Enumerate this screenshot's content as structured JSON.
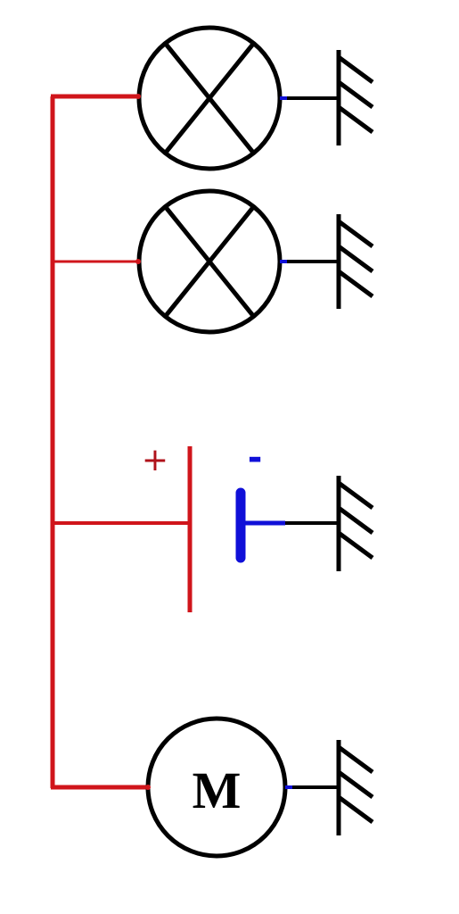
{
  "diagram": {
    "type": "circuit-schematic",
    "colors": {
      "positive_wire": "#d0151b",
      "negative_wire": "#1010d8",
      "component": "#000000",
      "background": "#ffffff"
    },
    "components": [
      {
        "kind": "lamp",
        "symbol": "circle-with-x",
        "icon": "lamp-icon"
      },
      {
        "kind": "lamp",
        "symbol": "circle-with-x",
        "icon": "lamp-icon"
      },
      {
        "kind": "battery",
        "positive_label": "+",
        "negative_label": "-",
        "icon": "battery-icon"
      },
      {
        "kind": "motor",
        "label": "M",
        "icon": "motor-icon"
      }
    ],
    "grounds": 4
  }
}
